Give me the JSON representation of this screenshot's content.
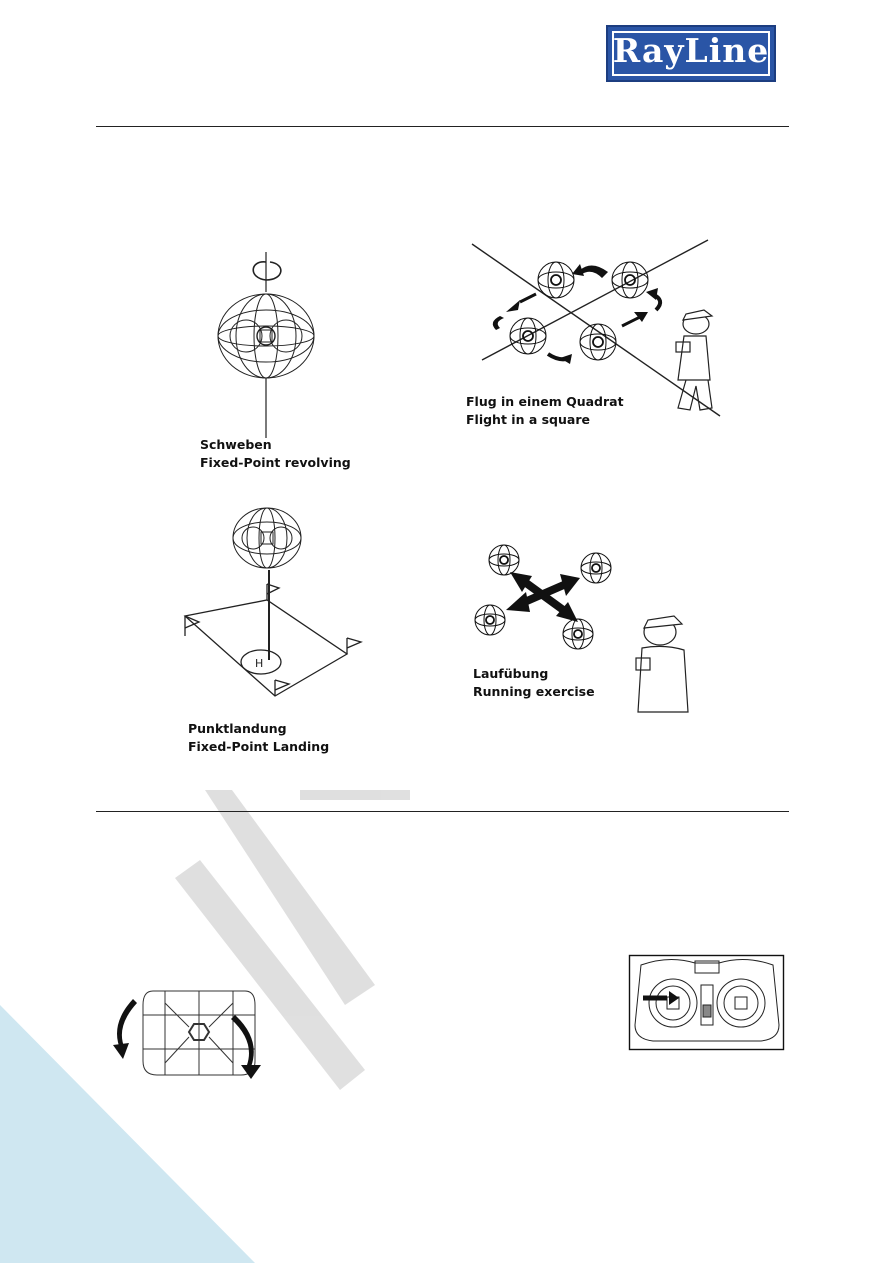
{
  "logo": {
    "text": "RayLine"
  },
  "figures": {
    "hover": {
      "line1": "Schweben",
      "line2": "Fixed-Point revolving"
    },
    "square": {
      "line1": "Flug in einem Quadrat",
      "line2": "Flight in a square"
    },
    "landing": {
      "line1": "Punktlandung",
      "line2": "Fixed-Point Landing"
    },
    "running": {
      "line1": "Laufübung",
      "line2": "Running exercise"
    }
  },
  "colors": {
    "logo_bg": "#2a55a6",
    "corner_band": "#cfe7f1",
    "watermark": "#bdbdbd"
  }
}
